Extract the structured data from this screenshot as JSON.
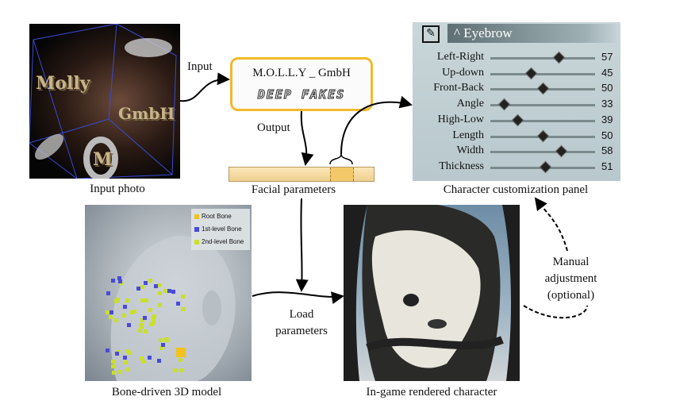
{
  "input_photo": {
    "caption": "Input photo",
    "overlay_text": [
      "Molly",
      "GmbH",
      "M"
    ]
  },
  "arrows": {
    "input_label": "Input",
    "output_label": "Output",
    "load_label_1": "Load",
    "load_label_2": "parameters",
    "manual_1": "Manual",
    "manual_2": "adjustment",
    "manual_3": "(optional)"
  },
  "model": {
    "line1": "M.O.L.L.Y _ GmbH",
    "line2": "DEEP FAKES"
  },
  "facial_parameters": {
    "caption": "Facial parameters"
  },
  "panel": {
    "caption": "Character customization panel",
    "title": "Eyebrow",
    "collapse_glyph": "^",
    "edit_icon": "edit-icon",
    "sliders": [
      {
        "label": "Left-Right",
        "value": 57
      },
      {
        "label": "Up-down",
        "value": 45
      },
      {
        "label": "Front-Back",
        "value": 50
      },
      {
        "label": "Angle",
        "value": 33
      },
      {
        "label": "High-Low",
        "value": 39
      },
      {
        "label": "Length",
        "value": 50
      },
      {
        "label": "Width",
        "value": 58
      },
      {
        "label": "Thickness",
        "value": 51
      }
    ],
    "range": [
      0,
      100
    ]
  },
  "bone_model": {
    "caption": "Bone-driven 3D model",
    "legend": [
      {
        "label": "Root Bone",
        "color": "#f2c21a"
      },
      {
        "label": "1st-level Bone",
        "color": "#4a4ad8"
      },
      {
        "label": "2nd-level Bone",
        "color": "#c8e02a"
      }
    ]
  },
  "render": {
    "caption": "In-game rendered character"
  }
}
